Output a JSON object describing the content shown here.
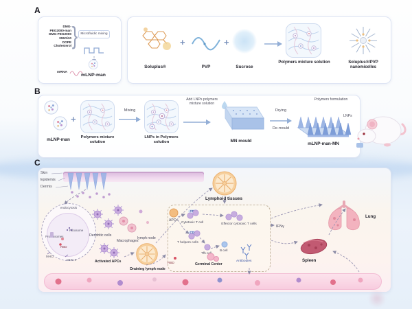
{
  "figure": {
    "panel_a": "A",
    "panel_b": "B",
    "panel_c": "C"
  },
  "a": {
    "ingredients": [
      "DMG-",
      "PEG2000-man",
      "DMG-PEG2000",
      "306Oi10",
      "DOPE",
      "Cholesterol"
    ],
    "mrna": "mRNA",
    "brace": "}",
    "microfluidic_mixing": "Microfluidic mixing",
    "product": "mLNP-man",
    "plus": "+",
    "soluplus": "Soluplus®",
    "pvp": "PVP",
    "sucrose": "Sucrose",
    "polymers_mixture_solution": "Polymers mixture solution",
    "nanomicelles": "Soluplus®/PVP nanomicelles"
  },
  "b": {
    "mlnp_man": "mLNP-man",
    "plus": "+",
    "polymers_mixture_solution": "Polymers mixture solution",
    "mixing": "Mixing",
    "lnps_in_polymers": "LNPs in Polymers solution",
    "add_lnps": "Add LNPs polymers mixture solution",
    "mn_mould": "MN mould",
    "drying": "Drying",
    "de_mould": "De-mould",
    "polymers_formulation": "Polymers formulation",
    "lnps": "LNPs",
    "mlnp_man_mn": "mLNP-man-MN"
  },
  "c": {
    "skin": "Skin",
    "epidermis": "Epidemis",
    "dermis": "Dermis",
    "endocytosis": "endocytosis",
    "proteasomes": "Proteasomes",
    "ribosome": "Ribosome",
    "rbd": "RBD",
    "mhc1": "MHCI",
    "mhc2": "MHC II",
    "dendritic_cells": "Dendritic cells",
    "macrophages": "Macrophages",
    "activated_apcs": "Activated APCs",
    "lymph_node": "lymph node",
    "draining_lymph_node": "Draining lymph node",
    "lymphoid_tissues": "Lymphoid tissues",
    "apcs": "APCs",
    "cd8": "CD8",
    "cytotoxic_t_cell": "Cytotoxic T cell",
    "effector": "Effector cytotoxic T cells",
    "cd4": "CD4",
    "t_helpers": "T helpers cells",
    "tfh_cell": "Tfh cell",
    "b_cell": "B cell",
    "rbd_2": "RBD",
    "germinal_center": "Germinal Center",
    "antibodies": "Antibodies",
    "ifn": "IFNγ",
    "lung": "Lung",
    "spleen": "Spleen"
  }
}
